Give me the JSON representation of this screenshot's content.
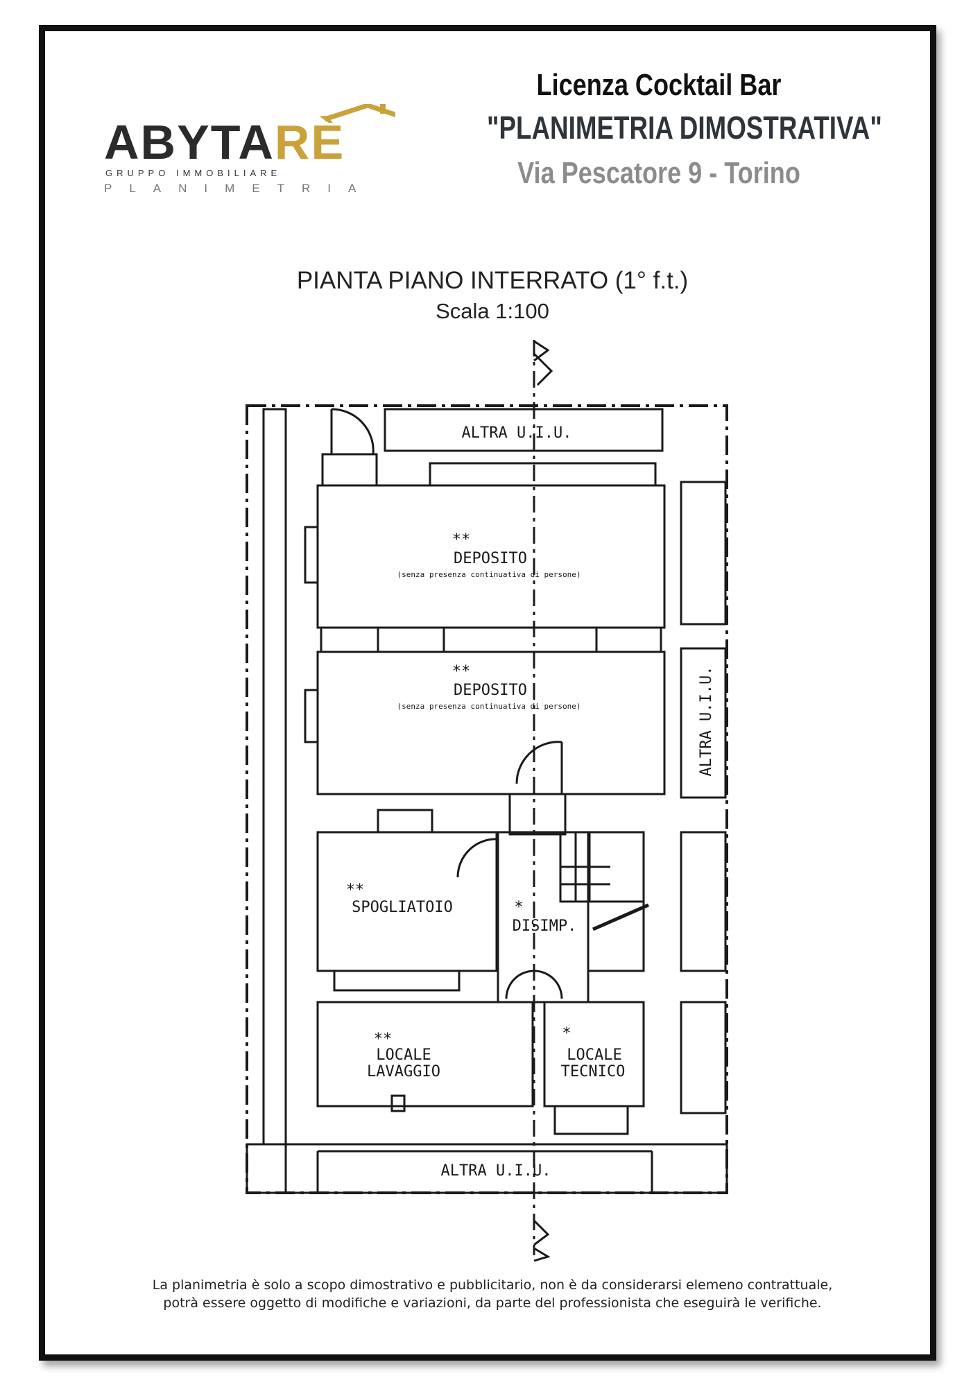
{
  "header": {
    "title": "Licenza Cocktail Bar",
    "subtitle": "\"PLANIMETRIA DIMOSTRATIVA\"",
    "address": "Via Pescatore 9 - Torino"
  },
  "logo": {
    "brand_left": "ABYTA",
    "brand_right": "RÈ",
    "group": "GRUPPO IMMOBILIARE",
    "tagline": "PLANIMETRIA",
    "colors": {
      "dark": "#2b2b2b",
      "gold": "#c9a23a"
    }
  },
  "plan": {
    "heading": "PIANTA PIANO INTERRATO (1° f.t.)",
    "scale": "Scala 1:100",
    "rooms": {
      "altra_top": "ALTRA U.I.U.",
      "altra_right": "ALTRA U.I.U.",
      "altra_bottom": "ALTRA U.I.U.",
      "deposito1": {
        "mark": "**",
        "name": "DEPOSITO",
        "note": "(senza presenza continuativa di persone)"
      },
      "deposito2": {
        "mark": "**",
        "name": "DEPOSITO",
        "note": "(senza presenza continuativa di persone)"
      },
      "spogliatoio": {
        "mark": "**",
        "name": "SPOGLIATOIO"
      },
      "disimp": {
        "mark": "*",
        "name": "DISIMP."
      },
      "lavaggio": {
        "mark": "**",
        "name1": "LOCALE",
        "name2": "LAVAGGIO"
      },
      "tecnico": {
        "mark": "*",
        "name1": "LOCALE",
        "name2": "TECNICO"
      }
    }
  },
  "disclaimer": {
    "line1": "La planimetria è solo a scopo dimostrativo e pubblicitario, non è da considerarsi elemeno contrattuale,",
    "line2": "potrà essere oggetto di modifiche e variazioni, da parte del professionista che eseguirà le verifiche."
  }
}
